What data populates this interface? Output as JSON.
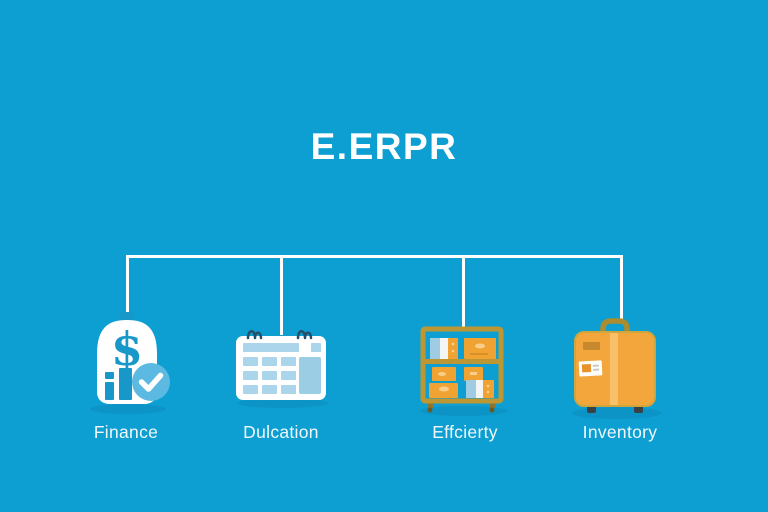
{
  "title": "E.ERPR",
  "nodes": [
    {
      "label": "Finance",
      "icon": "money-bag-icon"
    },
    {
      "label": "Dulcation",
      "icon": "calendar-icon"
    },
    {
      "label": "Effcierty",
      "icon": "storage-shelf-icon"
    },
    {
      "label": "Inventory",
      "icon": "suitcase-icon"
    }
  ],
  "colors": {
    "background": "#0d9fd2",
    "connector": "#ffffff",
    "title_text": "#ffffff",
    "label_text": "#f0f8fb",
    "icon_white": "#ffffff",
    "icon_teal": "#1898c8",
    "icon_light_blue": "#aad5ea",
    "icon_panel_blue": "#9bcde5",
    "check_circle_blue": "#5cb9e1",
    "binding_navy": "#24506b",
    "shelf_gold": "#bd9733",
    "box_orange": "#f0a233",
    "suitcase_orange": "#f3a63b",
    "suitcase_stripe": "#f7c06b",
    "suitcase_feet": "#3a4145"
  }
}
